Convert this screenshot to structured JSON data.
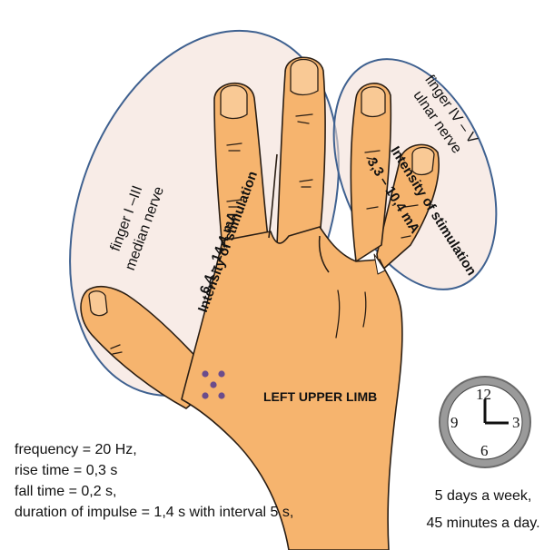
{
  "diagram": {
    "median_group": {
      "finger_label": "finger I –III",
      "nerve_label": "median nerve",
      "intensity_title": "Intensity of stimulation",
      "intensity_value": "6,4 – 14,4 mA"
    },
    "ulnar_group": {
      "finger_label": "finger IV – V",
      "nerve_label": "ulnar nerve",
      "intensity_title": "Intensity of stimulation",
      "intensity_value": "3,3 – 10,4 mA"
    },
    "limb_label": "LEFT UPPER LIMB",
    "parameters": [
      "frequency = 20 Hz,",
      "rise time  = 0,3 s",
      "fall time = 0,2 s,",
      "duration of impulse = 1,4 s with interval 5 s,"
    ],
    "schedule": {
      "line1": "5 days a week,",
      "line2": "45 minutes a day."
    },
    "clock": {
      "num_12": "12",
      "num_3": "3",
      "num_6": "6",
      "num_9": "9"
    },
    "colors": {
      "skin": "#f6b46e",
      "skin_outline": "#2a1e14",
      "ellipse_fill": "#f4e0d7",
      "ellipse_stroke": "#3f6190",
      "electrode_dot": "#6b4c8c",
      "clock_rim": "#6a6a6a"
    }
  }
}
